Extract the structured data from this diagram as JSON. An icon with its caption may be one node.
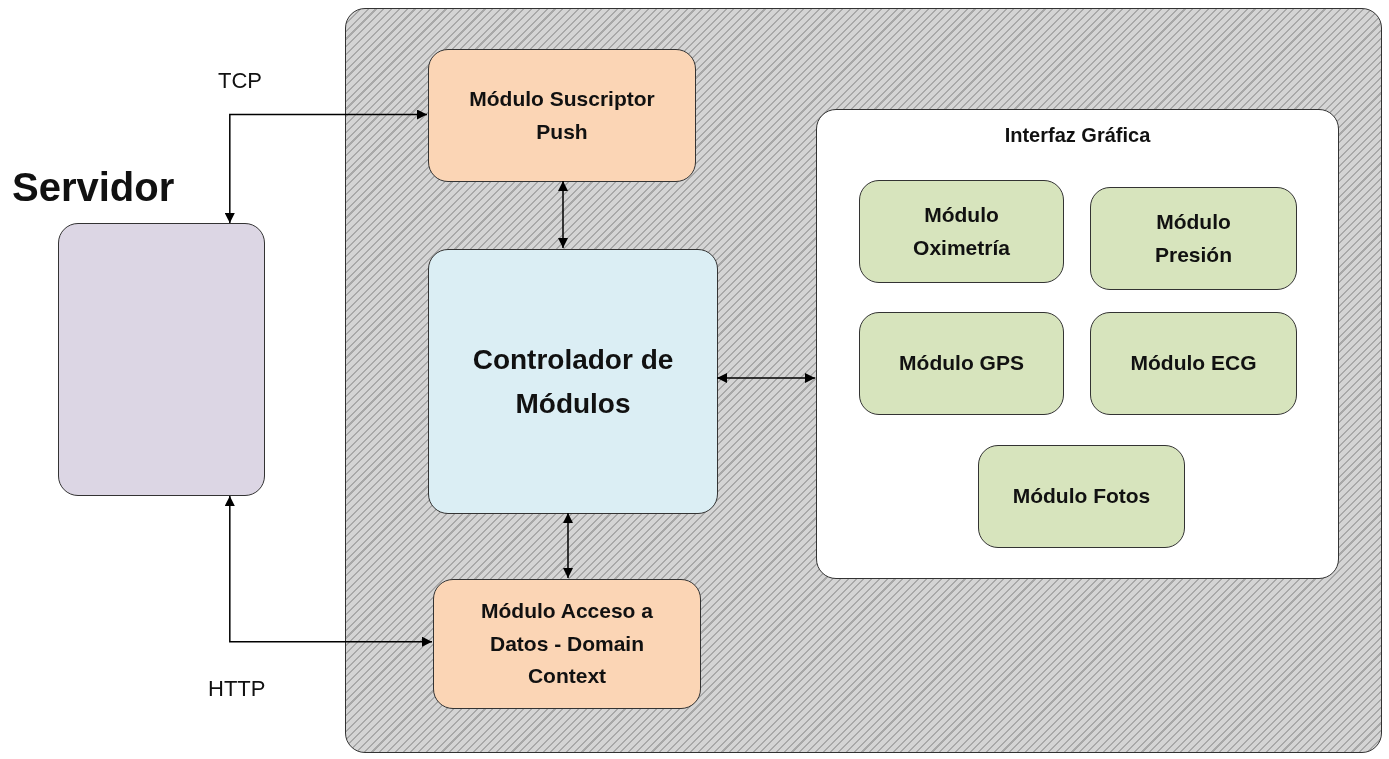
{
  "diagram": {
    "nodes": [
      {
        "text": [
          "Servidor"
        ]
      },
      {
        "text": [],
        "shape": "box"
      },
      {
        "text": [
          "Módulo Suscriptor Push"
        ],
        "in": 1
      },
      {
        "text": [
          "Controlador de Módulos"
        ],
        "in": 1
      },
      {
        "text": [
          "Módulo Acceso a Datos - Domain Context"
        ],
        "in": 1
      },
      {
        "text": [
          "Interfaz Gráfica"
        ],
        "in": 1
      },
      {
        "text": [
          "Módulo Oximetría"
        ],
        "in": 5
      },
      {
        "text": [
          "Módulo Presión"
        ],
        "in": 5
      },
      {
        "text": [
          "Módulo GPS"
        ],
        "in": 5
      },
      {
        "text": [
          "Módulo ECG"
        ],
        "in": 5
      },
      {
        "text": [
          "Módulo Fotos"
        ],
        "in": 5
      }
    ],
    "edges": [
      {
        "from": 0,
        "to": 2,
        "arrow": "both",
        "label": "TCP"
      },
      {
        "from": 0,
        "to": 4,
        "arrow": "both",
        "label": "HTTP"
      },
      {
        "from": 2,
        "to": 3,
        "arrow": "both"
      },
      {
        "from": 3,
        "to": 4,
        "arrow": "both"
      },
      {
        "from": 3,
        "to": 5,
        "arrow": "both"
      }
    ]
  }
}
